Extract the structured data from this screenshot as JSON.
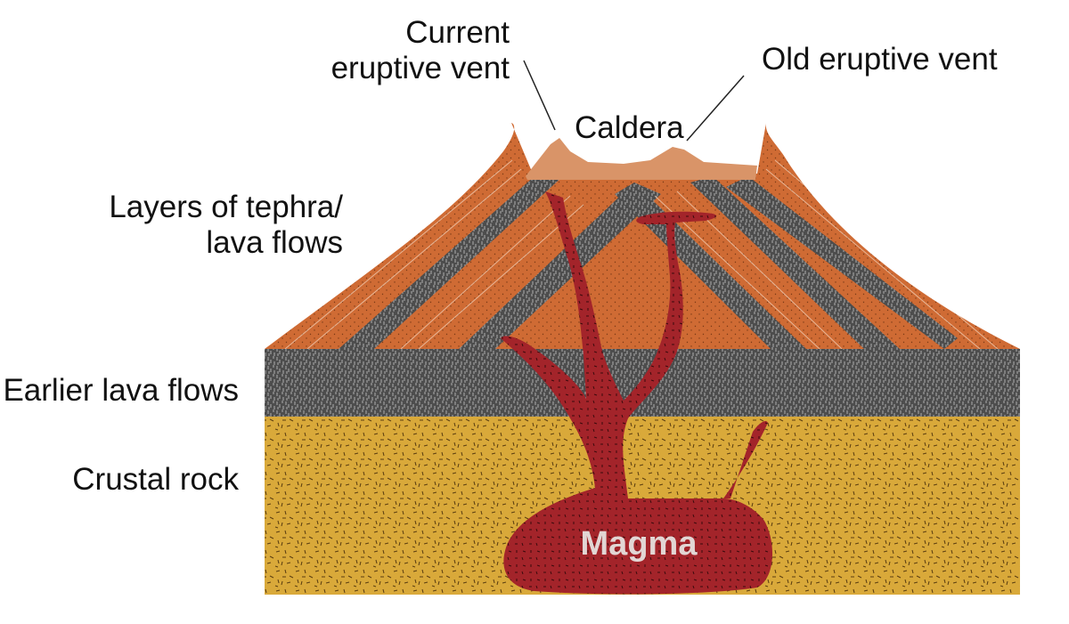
{
  "labels": {
    "current_vent_line1": "Current",
    "current_vent_line2": "eruptive vent",
    "old_vent": "Old eruptive vent",
    "caldera": "Caldera",
    "layers_line1": "Layers of tephra/",
    "layers_line2": "lava flows",
    "earlier_lava": "Earlier lava flows",
    "crustal_rock": "Crustal rock",
    "magma": "Magma"
  },
  "colors": {
    "tephra_orange": "#cf6b34",
    "caldera_tan": "#d99468",
    "lava_dark": "#4a4a4a",
    "crust_yellow": "#d9a93a",
    "magma_red": "#a3242a",
    "magma_text": "#e2d6d4"
  }
}
